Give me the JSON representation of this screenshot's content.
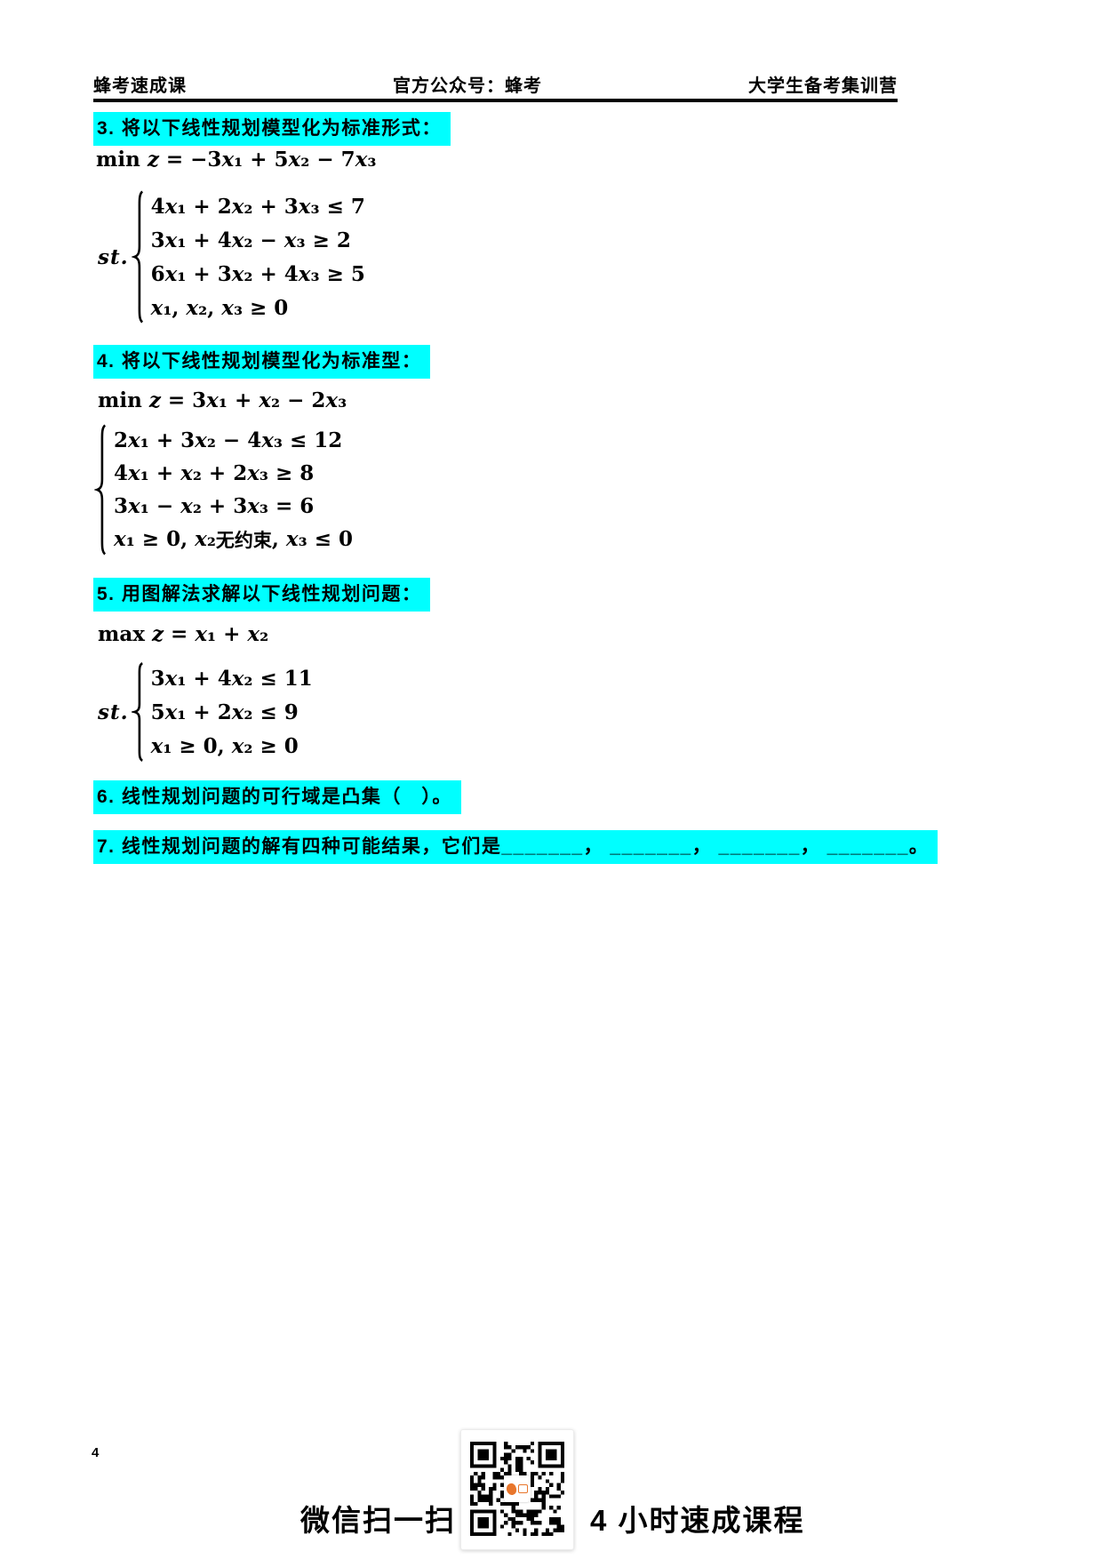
{
  "header": {
    "left": "蜂考速成课",
    "center": "官方公众号：蜂考",
    "right": "大学生备考集训营"
  },
  "colors": {
    "highlight": "#00ffff",
    "text": "#000000",
    "logo_orange": "#e8762c"
  },
  "problems": {
    "p3": {
      "title": "3. 将以下线性规划模型化为标准形式：",
      "objective": "min z = −3x₁ + 5x₂ − 7x₃",
      "st_label": "st.",
      "constraints": [
        "4x₁ + 2x₂ + 3x₃ ≤ 7",
        "3x₁ + 4x₂ − x₃ ≥ 2",
        "6x₁ + 3x₂ + 4x₃ ≥ 5",
        "x₁, x₂, x₃ ≥ 0"
      ]
    },
    "p4": {
      "title": "4. 将以下线性规划模型化为标准型：",
      "objective": "min z = 3x₁ + x₂ − 2x₃",
      "constraints": [
        "2x₁ + 3x₂ − 4x₃ ≤ 12",
        "4x₁ + x₂ + 2x₃ ≥ 8",
        "3x₁ − x₂ + 3x₃ = 6",
        "x₁ ≥ 0, x₂无约束, x₃ ≤ 0"
      ]
    },
    "p5": {
      "title": "5. 用图解法求解以下线性规划问题：",
      "objective": "max z = x₁ + x₂",
      "st_label": "st.",
      "constraints": [
        "3x₁ + 4x₂ ≤ 11",
        "5x₁ + 2x₂ ≤ 9",
        "x₁ ≥ 0, x₂ ≥ 0"
      ]
    },
    "p6": {
      "title": "6. 线性规划问题的可行域是凸集（　）。"
    },
    "p7": {
      "title": "7. 线性规划问题的解有四种可能结果，它们是_______， _______， _______， _______。"
    }
  },
  "footer": {
    "page_number": "4",
    "scan_text": "微信扫一扫",
    "course_text": "4 小时速成课程"
  }
}
